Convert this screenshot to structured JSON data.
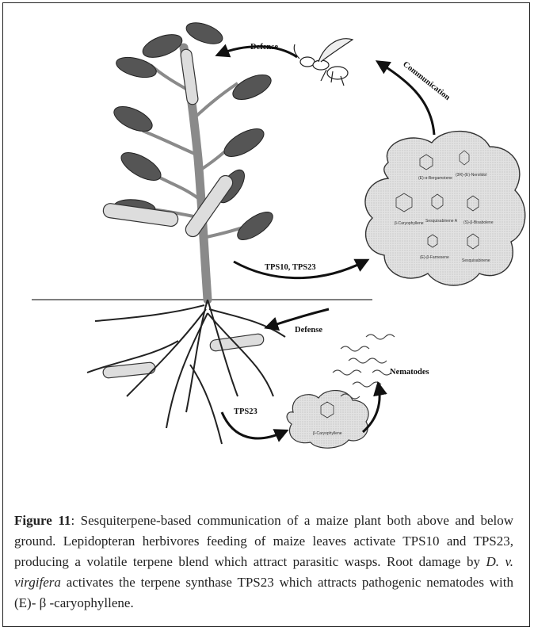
{
  "figure": {
    "labels": {
      "defense_top": "Defense",
      "communication": "Communication",
      "tps10_tps23": "TPS10, TPS23",
      "defense_bottom": "Defense",
      "nematodes": "Nematodes",
      "tps23": "TPS23"
    },
    "molecules": [
      "(E)-α-Bergamotene",
      "(3R)-(E)-Nerolidol",
      "β-Caryophyllene",
      "Sesquisabinene A",
      "(S)-β-Bisabolene",
      "(E)-β-Farnesene",
      "Sesquisabinene",
      "β-Caryophyllene"
    ]
  },
  "caption": {
    "label": "Figure 11",
    "text_1": ": Sesquiterpene-based communication of a maize plant both above and below ground. Lepidopteran herbivores feeding of maize leaves activate TPS10 and TPS23, producing a volatile terpene blend which attract parasitic wasps. Root damage by ",
    "species": "D. v. virgifera",
    "text_2": " activates the terpene synthase TPS23 which attracts pathogenic nematodes with (E)- β -caryophyllene."
  }
}
